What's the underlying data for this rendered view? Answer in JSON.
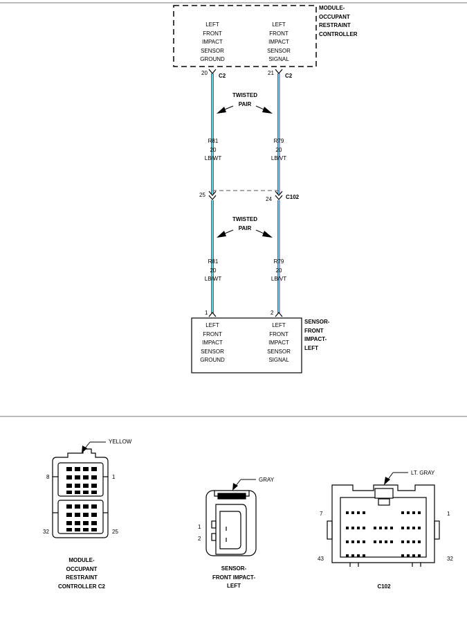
{
  "top_module": {
    "title_lines": [
      "MODULE-",
      "OCCUPANT",
      "RESTRAINT",
      "CONTROLLER"
    ],
    "left_pin_lines": [
      "LEFT",
      "FRONT",
      "IMPACT",
      "SENSOR",
      "GROUND"
    ],
    "right_pin_lines": [
      "LEFT",
      "FRONT",
      "IMPACT",
      "SENSOR",
      "SIGNAL"
    ],
    "left_pin": {
      "number": "20",
      "connector": "C2"
    },
    "right_pin": {
      "number": "21",
      "connector": "C2"
    }
  },
  "twisted_pair_upper": [
    "TWISTED",
    "PAIR"
  ],
  "wire_upper_left": [
    "R81",
    "20",
    "LB/WT"
  ],
  "wire_upper_right": [
    "R79",
    "20",
    "LB/VT"
  ],
  "inline_connector": {
    "left_pin": "25",
    "right_pin": "24",
    "name": "C102"
  },
  "twisted_pair_lower": [
    "TWISTED",
    "PAIR"
  ],
  "wire_lower_left": [
    "R81",
    "20",
    "LB/WT"
  ],
  "wire_lower_right": [
    "R79",
    "20",
    "LB/VT"
  ],
  "bottom_sensor": {
    "title_lines": [
      "SENSOR-",
      "FRONT",
      "IMPACT-",
      "LEFT"
    ],
    "left_pin_lines": [
      "LEFT",
      "FRONT",
      "IMPACT",
      "SENSOR",
      "GROUND"
    ],
    "right_pin_lines": [
      "LEFT",
      "FRONT",
      "IMPACT",
      "SENSOR",
      "SIGNAL"
    ],
    "left_pin": "1",
    "right_pin": "2"
  },
  "connector_views": {
    "orc": {
      "color": "YELLOW",
      "pins": {
        "top_left": "8",
        "top_right": "1",
        "bottom_left": "32",
        "bottom_right": "25"
      },
      "caption_lines": [
        "MODULE-",
        "OCCUPANT",
        "RESTRAINT",
        "CONTROLLER C2"
      ]
    },
    "sensor": {
      "color": "GRAY",
      "pins": {
        "first": "1",
        "second": "2"
      },
      "caption_lines": [
        "SENSOR-",
        "FRONT IMPACT-",
        "LEFT"
      ]
    },
    "c102": {
      "color": "LT. GRAY",
      "pins": {
        "top_left": "7",
        "top_right": "1",
        "bottom_left": "43",
        "bottom_right": "32"
      },
      "caption": "C102"
    }
  },
  "colors": {
    "wire_light_blue": "#4fd3e6",
    "wire_violet": "#9b6fd6",
    "outline": "#000000"
  }
}
